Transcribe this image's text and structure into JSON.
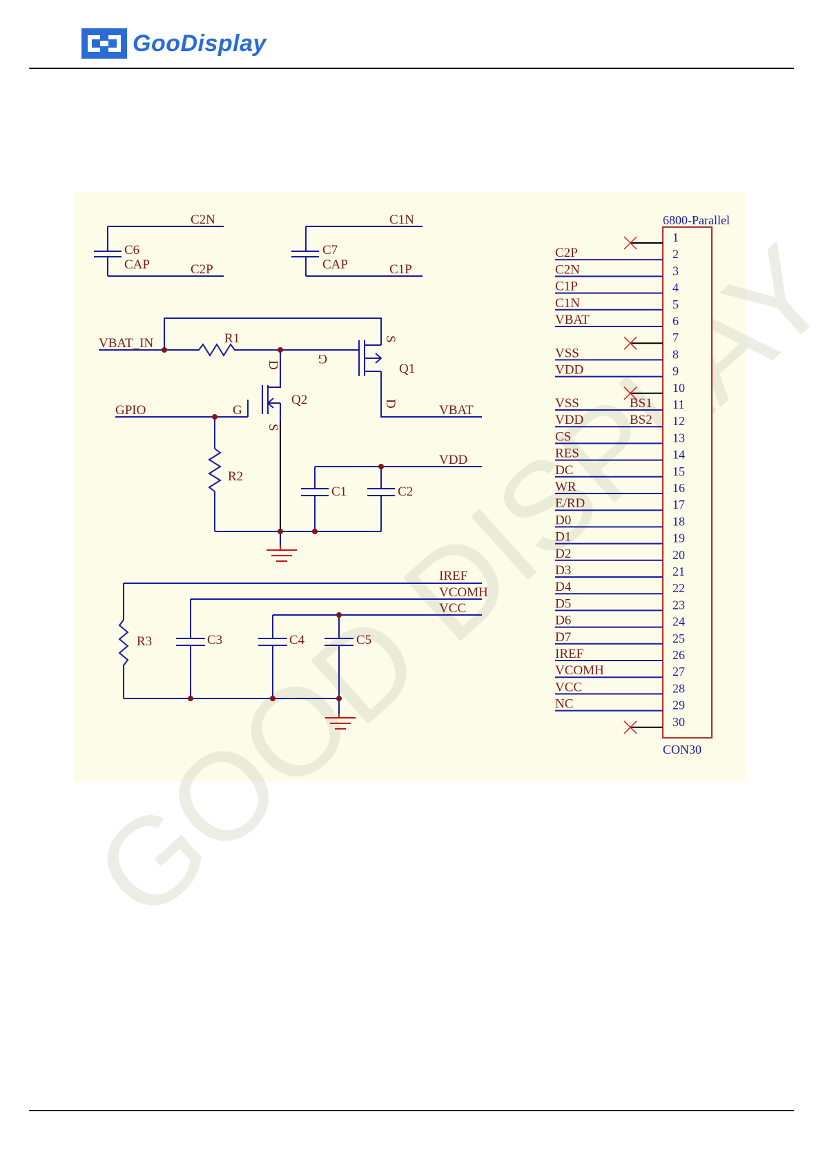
{
  "header": {
    "logo_text": "GooDisplay"
  },
  "watermark": "GOOD DISPLAY",
  "schematic": {
    "caps_top": [
      {
        "ref": "C6",
        "value": "CAP",
        "net_top": "C2N",
        "net_bottom": "C2P"
      },
      {
        "ref": "C7",
        "value": "CAP",
        "net_top": "C1N",
        "net_bottom": "C1P"
      }
    ],
    "power": {
      "vbat_in": "VBAT_IN",
      "r1": "R1",
      "r2": "R2",
      "gpio": "GPIO",
      "q1": "Q1",
      "q2": "Q2",
      "vbat": "VBAT",
      "vdd": "VDD",
      "c1": "C1",
      "c2": "C2",
      "pin_s": "S",
      "pin_d": "D",
      "pin_g": "G"
    },
    "bottom": {
      "iref": "IREF",
      "vcomh": "VCOMH",
      "vcc": "VCC",
      "r3": "R3",
      "c3": "C3",
      "c4": "C4",
      "c5": "C5"
    },
    "connector": {
      "title": "6800-Parallel",
      "name": "CON30",
      "pins": [
        {
          "num": "1",
          "net": "",
          "nc": true
        },
        {
          "num": "2",
          "net": "C2P"
        },
        {
          "num": "3",
          "net": "C2N"
        },
        {
          "num": "4",
          "net": "C1P"
        },
        {
          "num": "5",
          "net": "C1N"
        },
        {
          "num": "6",
          "net": "VBAT"
        },
        {
          "num": "7",
          "net": "",
          "nc": true
        },
        {
          "num": "8",
          "net": "VSS"
        },
        {
          "num": "9",
          "net": "VDD"
        },
        {
          "num": "10",
          "net": "",
          "nc": true
        },
        {
          "num": "11",
          "net": "VSS",
          "alt": "BS1"
        },
        {
          "num": "12",
          "net": "VDD",
          "alt": "BS2"
        },
        {
          "num": "13",
          "net": "CS"
        },
        {
          "num": "14",
          "net": "RES"
        },
        {
          "num": "15",
          "net": "DC"
        },
        {
          "num": "16",
          "net": "WR"
        },
        {
          "num": "17",
          "net": "E/RD"
        },
        {
          "num": "18",
          "net": "D0"
        },
        {
          "num": "19",
          "net": "D1"
        },
        {
          "num": "20",
          "net": "D2"
        },
        {
          "num": "21",
          "net": "D3"
        },
        {
          "num": "22",
          "net": "D4"
        },
        {
          "num": "23",
          "net": "D5"
        },
        {
          "num": "24",
          "net": "D6"
        },
        {
          "num": "25",
          "net": "D7"
        },
        {
          "num": "26",
          "net": "IREF"
        },
        {
          "num": "27",
          "net": "VCOMH"
        },
        {
          "num": "28",
          "net": "VCC"
        },
        {
          "num": "29",
          "net": "NC"
        },
        {
          "num": "30",
          "net": "",
          "nc": true
        }
      ]
    }
  }
}
